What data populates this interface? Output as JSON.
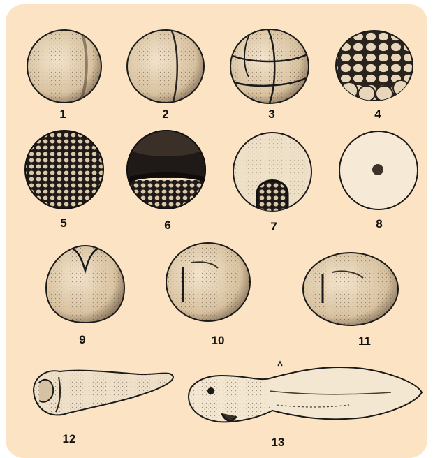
{
  "figure": {
    "stages": [
      {
        "label": "1"
      },
      {
        "label": "2"
      },
      {
        "label": "3"
      },
      {
        "label": "4"
      },
      {
        "label": "5"
      },
      {
        "label": "6"
      },
      {
        "label": "7"
      },
      {
        "label": "8"
      },
      {
        "label": "9"
      },
      {
        "label": "10"
      },
      {
        "label": "11"
      },
      {
        "label": "12"
      },
      {
        "label": "13"
      }
    ],
    "colors": {
      "background": "#fbe3c3",
      "ink": "#1a1a1a",
      "egg": "#ead8bd",
      "dark": "#2a2420"
    }
  }
}
